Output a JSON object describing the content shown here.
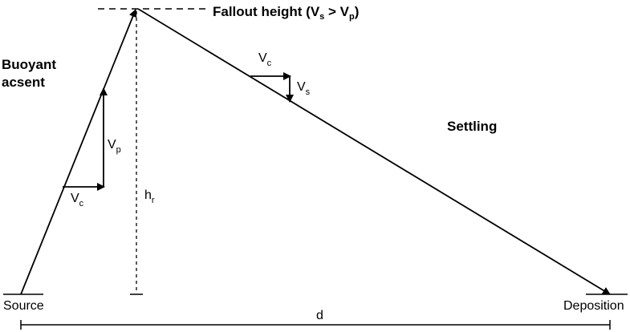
{
  "labels": {
    "fallout_height": {
      "text": "Fallout height (V",
      "sub1": "s",
      "mid": " > V",
      "sub2": "p",
      "end": ")"
    },
    "buoyant_line1": "Buoyant",
    "buoyant_line2": "acsent",
    "settling": "Settling",
    "source": "Source",
    "deposition": "Deposition",
    "distance": "d",
    "release_height": {
      "main": "h",
      "sub": "r"
    },
    "vp": {
      "main": "V",
      "sub": "p"
    },
    "vc_ascent": {
      "main": "V",
      "sub": "c"
    },
    "vc_settling": {
      "main": "V",
      "sub": "c"
    },
    "vs_settling": {
      "main": "V",
      "sub": "s"
    }
  }
}
